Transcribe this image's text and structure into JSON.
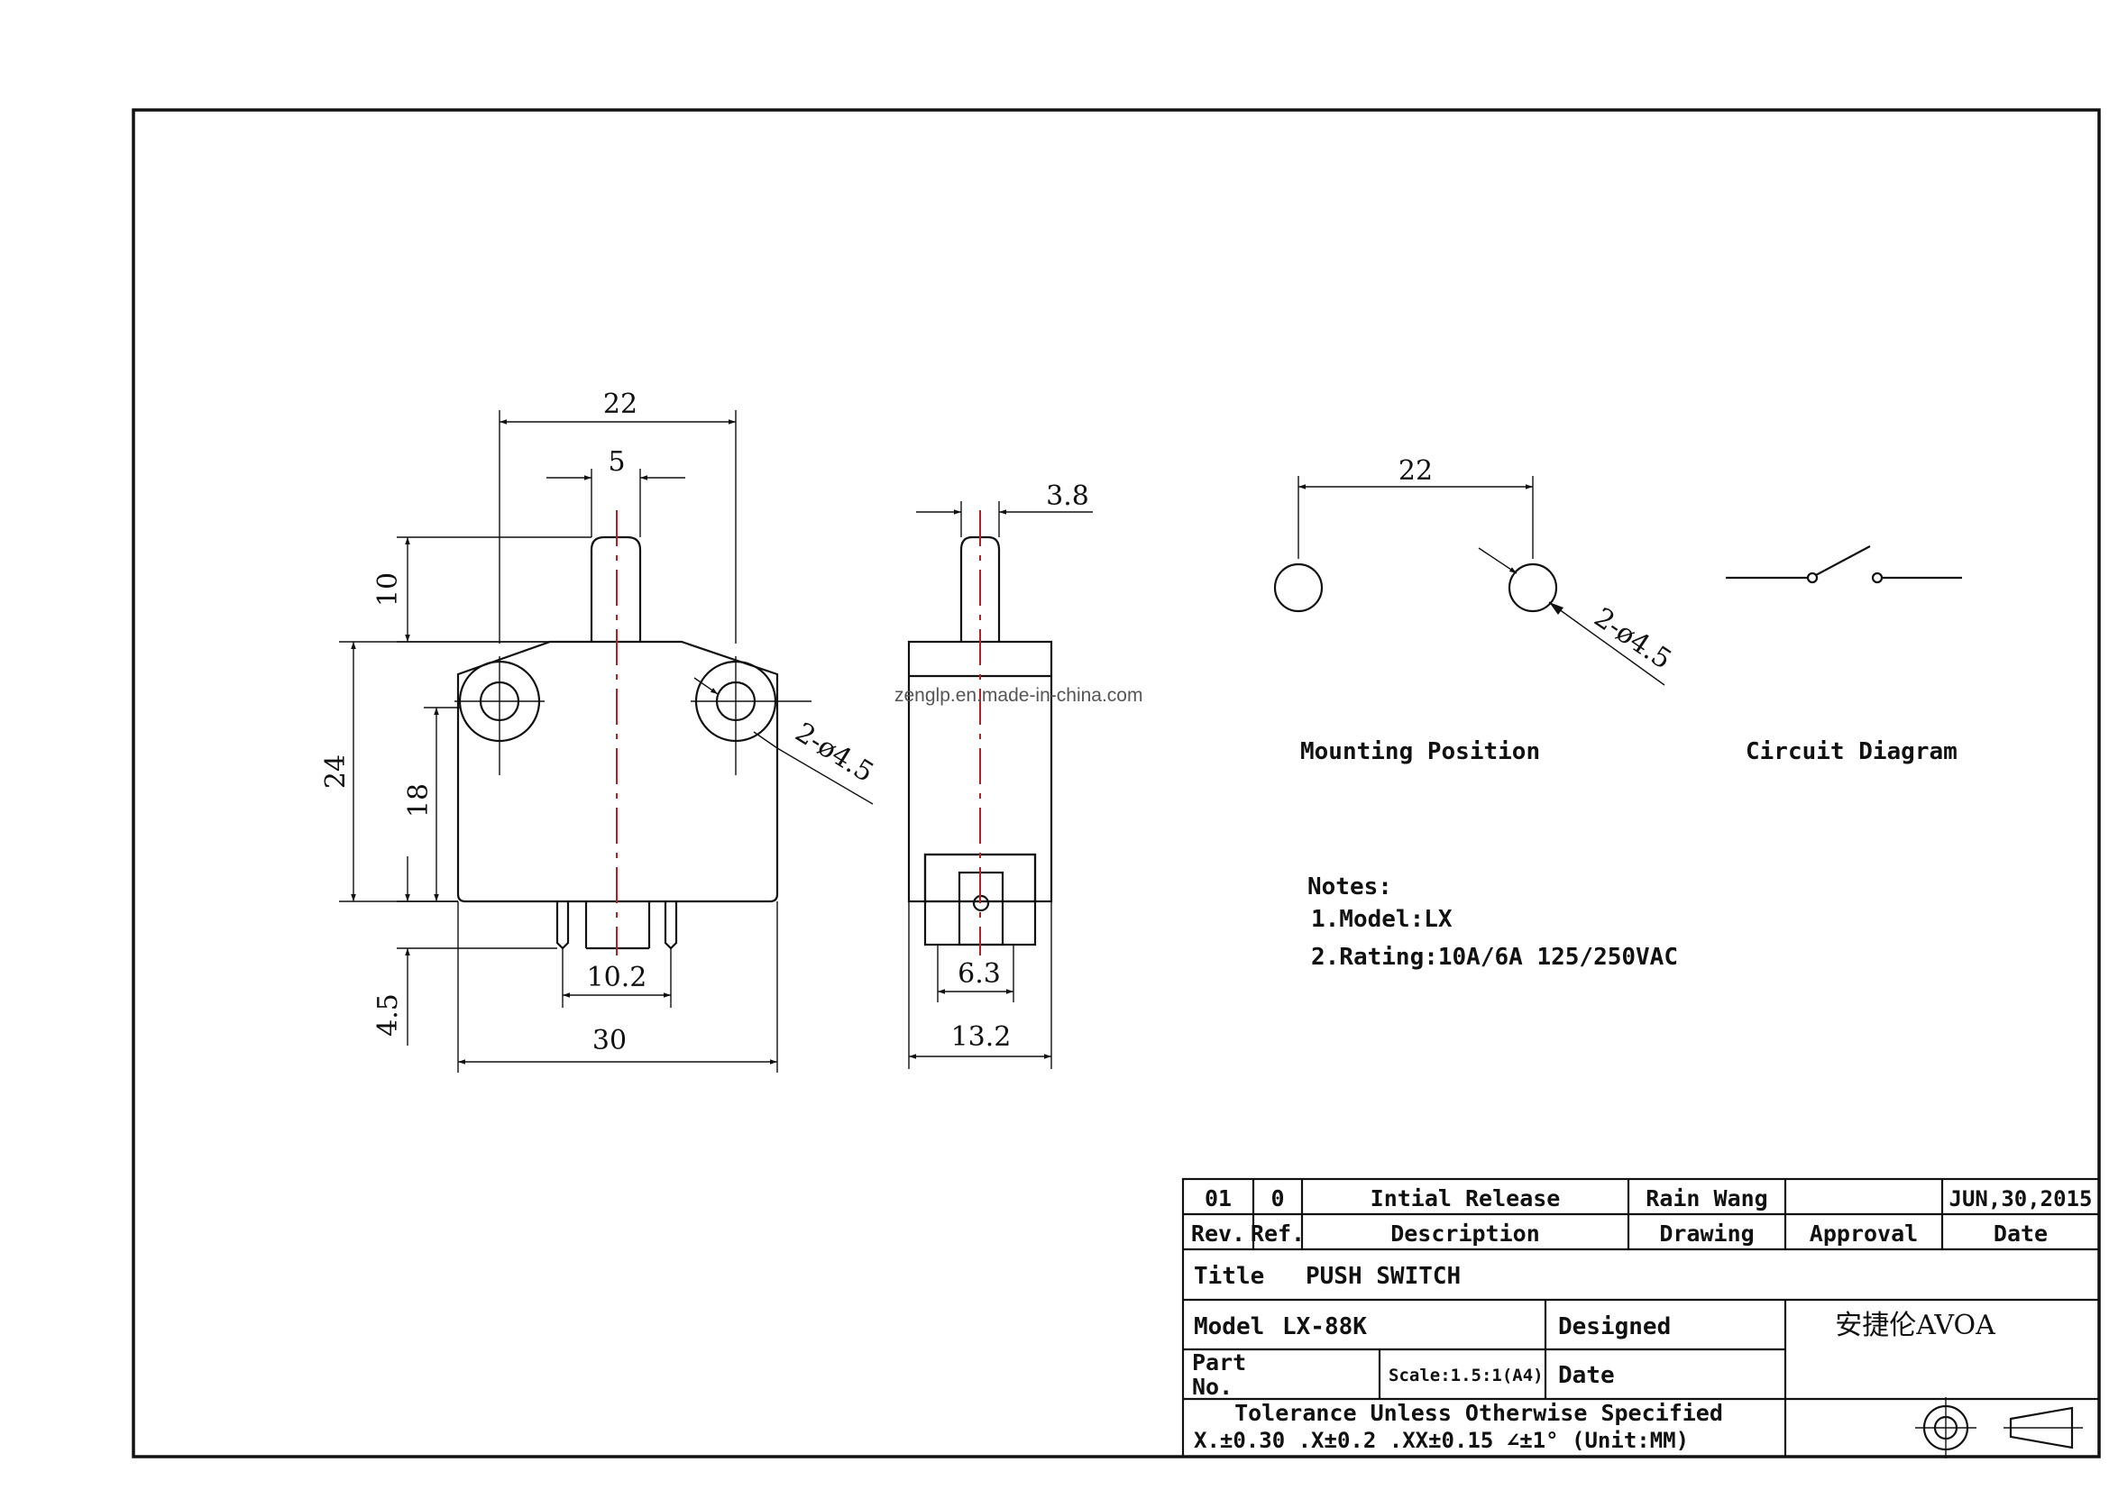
{
  "watermark": "zenglp.en.made-in-china.com",
  "dimensions": {
    "front_width_top": "22",
    "plunger_width": "5",
    "plunger_height": "10",
    "body_height": "24",
    "hole_height": "18",
    "terminal_length": "4.5",
    "terminal_spacing": "10.2",
    "body_width": "30",
    "hole_note_front": "2-ø4.5",
    "side_plunger": "3.8",
    "side_terminal": "6.3",
    "side_width": "13.2",
    "mount_distance": "22",
    "hole_note_mount": "2-ø4.5"
  },
  "labels": {
    "mounting_position": "Mounting Position",
    "circuit_diagram": "Circuit Diagram"
  },
  "notes": {
    "title": "Notes:",
    "items": [
      "1.Model:LX",
      "2.Rating:10A/6A 125/250VAC"
    ]
  },
  "title_block": {
    "rev_row": {
      "rev": "01",
      "ref": "0",
      "description": "Intial Release",
      "drawing": "Rain Wang",
      "approval": "",
      "date": "JUN,30,2015"
    },
    "header_row": {
      "rev": "Rev.",
      "ref": "Ref.",
      "description": "Description",
      "drawing": "Drawing",
      "approval": "Approval",
      "date": "Date"
    },
    "title_label": "Title",
    "title_value": "PUSH SWITCH",
    "model_label": "Model",
    "model_value": "LX-88K",
    "designed_label": "Designed",
    "company": "安捷伦AVOA",
    "part_label_1": "Part",
    "part_label_2": "No.",
    "scale": "Scale:1.5:1(A4)",
    "date_label": "Date",
    "tolerance_title": "Tolerance Unless Otherwise Specified",
    "tolerance_values": "X.±0.30  .X±0.2  .XX±0.15   ∠±1°  (Unit:MM)"
  }
}
